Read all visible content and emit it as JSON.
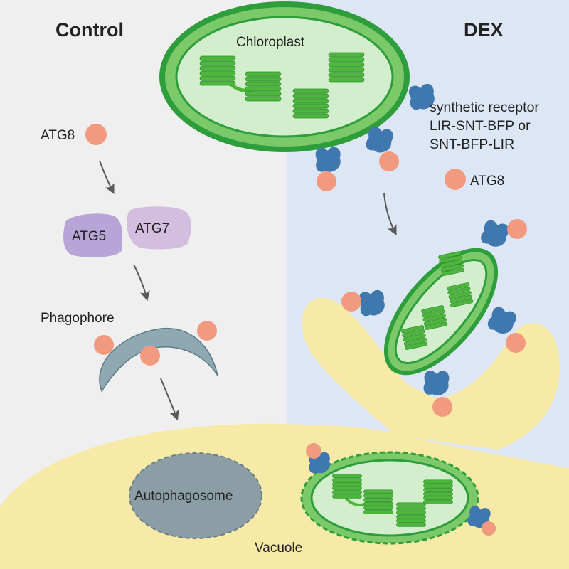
{
  "headers": {
    "left": "Control",
    "right": "DEX"
  },
  "labels": {
    "chloroplast": "Chloroplast",
    "atg8_left": "ATG8",
    "atg8_right": "ATG8",
    "atg5": "ATG5",
    "atg7": "ATG7",
    "phagophore": "Phagophore",
    "autophagosome": "Autophagosome",
    "vacuole": "Vacuole",
    "receptor": [
      "synthetic receptor",
      "LIR-SNT-BFP or",
      "SNT-BFP-LIR"
    ]
  },
  "colors": {
    "left_bg": "#efefef",
    "right_bg": "#dde6f5",
    "vacuole": "#f7eaa7",
    "chloro_outer": "#2d9e3b",
    "chloro_ring": "#7cc96a",
    "chloro_inner": "#d3eecd",
    "thylakoid": "#4fb63d",
    "atg8": "#f29a7f",
    "receptor": "#3f78ae",
    "atg5": "#b6a5d6",
    "atg7": "#d4bee0",
    "phagophore": "#8fa9b3",
    "autophagosome": "#8b9ea6",
    "arrow": "#5a5a5a"
  }
}
